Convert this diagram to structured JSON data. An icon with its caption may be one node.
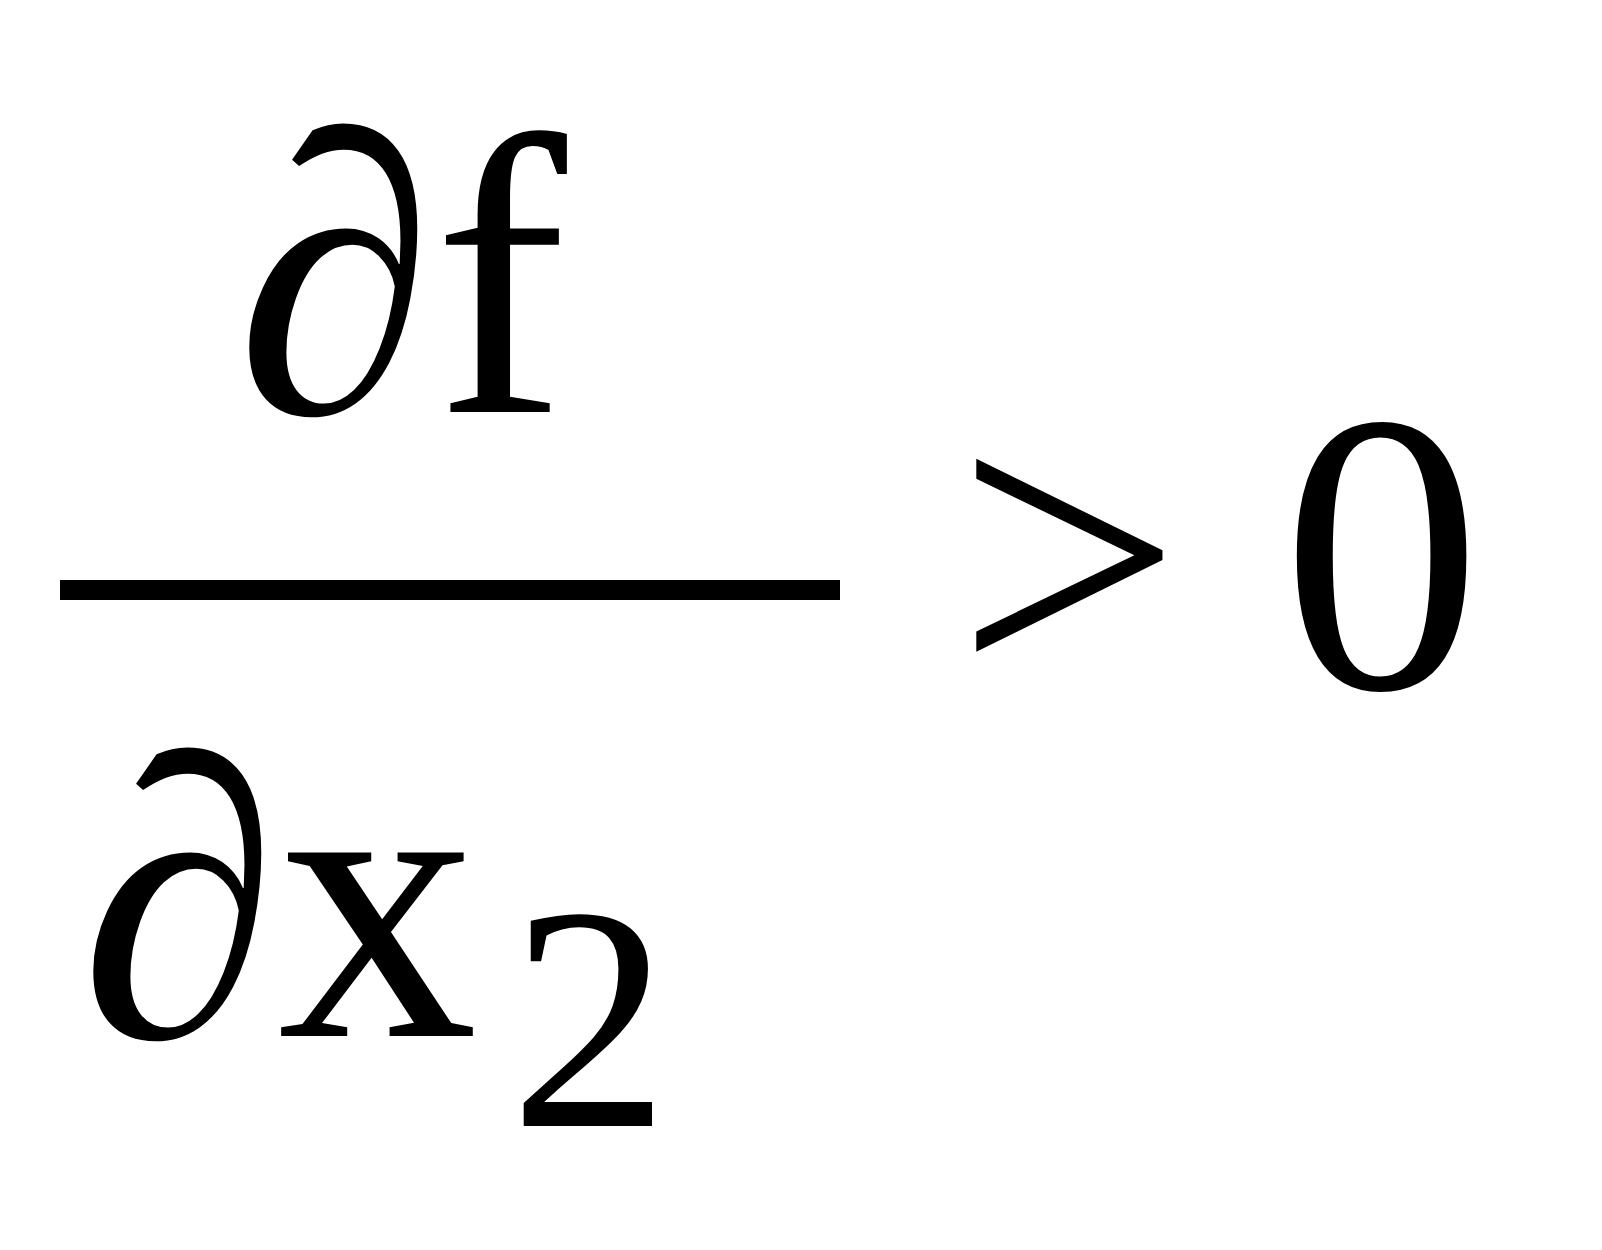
{
  "diagram": {
    "labels": [
      "∂f",
      "∂x$_{2}$",
      "> 0"
    ]
  }
}
